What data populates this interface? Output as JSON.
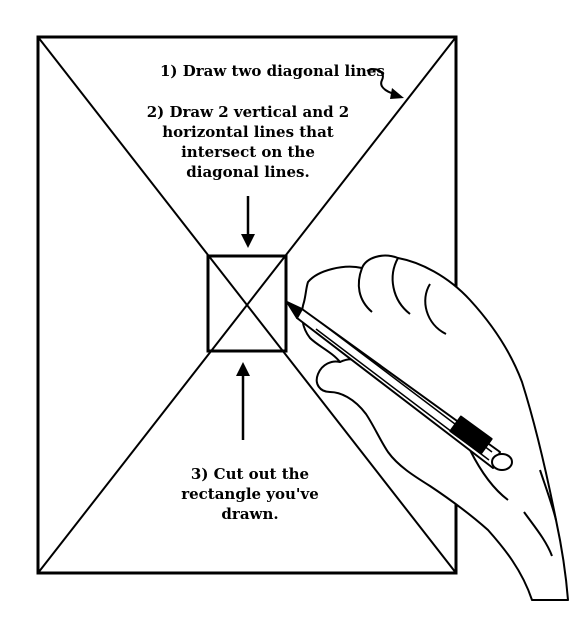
{
  "steps": {
    "step1": "1) Draw two diagonal lines",
    "step2_line1": "2) Draw 2 vertical and 2",
    "step2_line2": "horizontal lines that",
    "step2_line3": "intersect on the",
    "step2_line4": "diagonal lines.",
    "step3_line1": "3) Cut out the",
    "step3_line2": "rectangle you've",
    "step3_line3": "drawn."
  },
  "colors": {
    "ink": "#000000",
    "paper": "#ffffff"
  },
  "icons": [
    "pencil-icon",
    "hand-icon",
    "arrow-down-icon",
    "arrow-up-icon",
    "curly-arrow-icon"
  ]
}
